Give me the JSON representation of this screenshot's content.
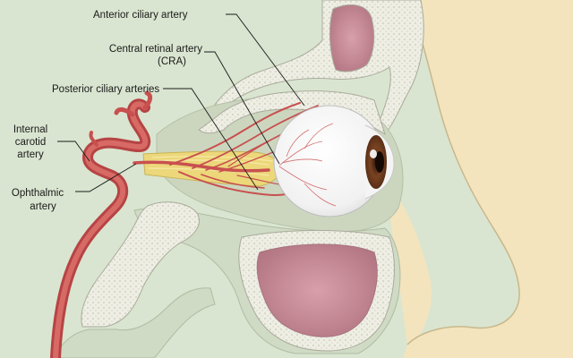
{
  "labels": {
    "anterior_ciliary": "Anterior ciliary artery",
    "central_retinal_line1": "Central retinal artery",
    "central_retinal_line2": "(CRA)",
    "posterior_ciliary": "Posterior ciliary arteries",
    "internal_carotid_line1": "Internal",
    "internal_carotid_line2": "carotid",
    "internal_carotid_line3": "artery",
    "ophthalmic_line1": "Ophthalmic",
    "ophthalmic_line2": "artery"
  },
  "colors": {
    "background": "#d9e5d0",
    "skin": "#f3e4bd",
    "bone": "#eeeee4",
    "sinus": "#c98e9c",
    "artery": "#c8504f",
    "nerve": "#ecd77a",
    "iris": "#6a3a1e"
  }
}
